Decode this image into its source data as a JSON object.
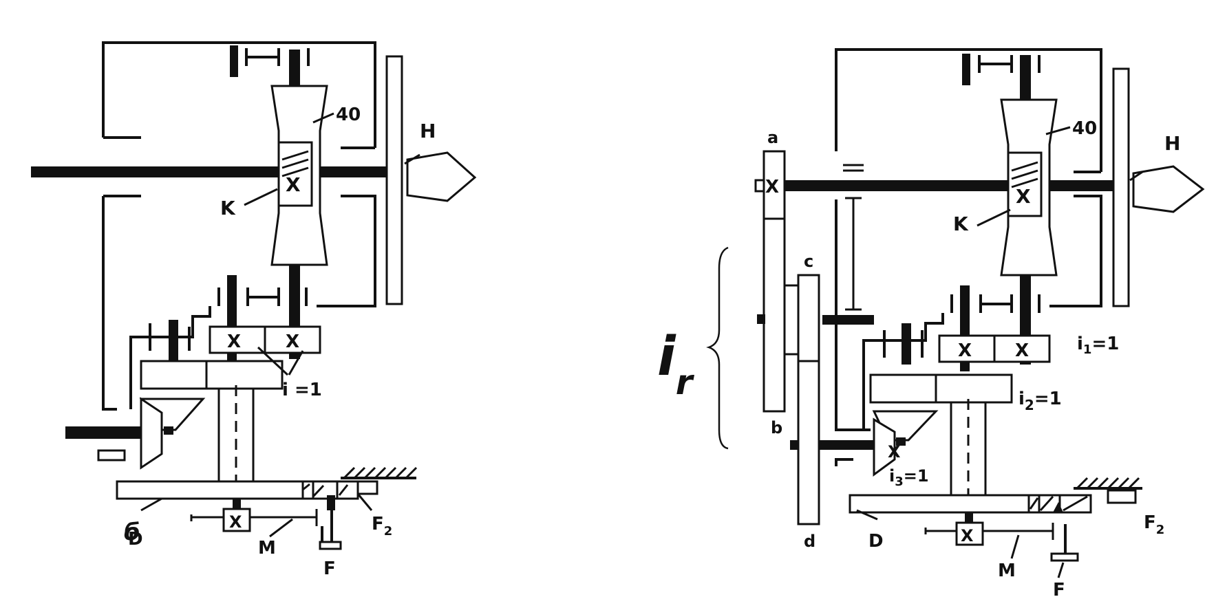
{
  "left_diagram": {
    "labels": {
      "gear_teeth": "40",
      "tailstock_center": "H",
      "worm": "K",
      "worm_gear_x": "X",
      "bevel_pair_x1": "X",
      "bevel_pair_x2": "X",
      "ratio": "i =1",
      "dial_plate_handwritten": "б",
      "dial_plate": "D",
      "crank_x": "X",
      "crank": "M",
      "stop": "F",
      "lock": "F",
      "lock_sub": "2"
    }
  },
  "right_diagram": {
    "labels": {
      "gear_teeth": "40",
      "tailstock_center": "H",
      "worm": "K",
      "worm_gear_x": "X",
      "change_gear_a": "a",
      "change_gear_a_x": "X",
      "change_gear_b": "b",
      "change_gear_c": "c",
      "change_gear_d": "d",
      "bevel_pair_x1": "X",
      "bevel_pair_x2": "X",
      "ratio_1": "i",
      "ratio_1_sub": "1",
      "ratio_1_value": "=1",
      "ratio_2": "i",
      "ratio_2_sub": "2",
      "ratio_2_value": "=1",
      "ratio_3": "i",
      "ratio_3_sub": "3",
      "ratio_3_value": "=1",
      "bevel_x": "X",
      "dial_plate": "D",
      "crank_x": "X",
      "crank": "M",
      "stop": "F",
      "lock": "F",
      "lock_sub": "2",
      "ratio_handwritten": "i",
      "ratio_handwritten_sub": "r"
    }
  }
}
